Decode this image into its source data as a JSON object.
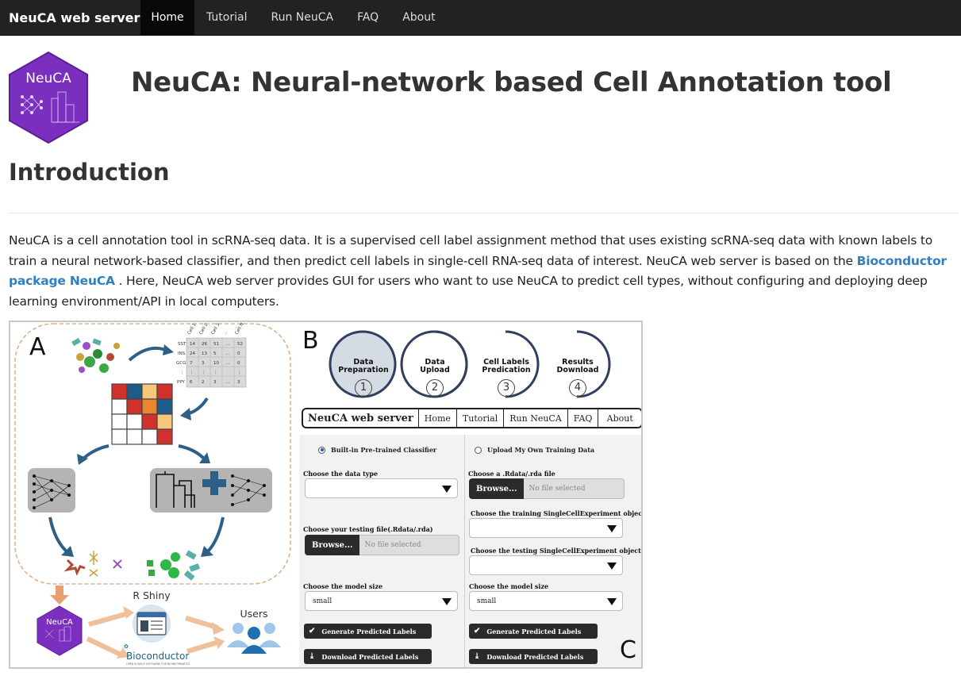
{
  "navbar": {
    "brand": "NeuCA web server",
    "items": [
      "Home",
      "Tutorial",
      "Run NeuCA",
      "FAQ",
      "About"
    ],
    "active": "Home"
  },
  "logo": {
    "text": "NeuCA",
    "color": "#7b2fbe"
  },
  "header": {
    "title": "NeuCA: Neural-network based Cell Annotation tool"
  },
  "intro": {
    "heading": "Introduction",
    "text_before_link": "NeuCA is a cell annotation tool in scRNA-seq data. It is a supervised cell label assignment method that uses existing scRNA-seq data with known labels to train a neural network-based classifier, and then predict cell labels in single-cell RNA-seq data of interest. NeuCA web server is based on the ",
    "link_text": "Bioconductor package NeuCA",
    "text_after_link": " . Here, NeuCA web server provides GUI for users who want to use NeuCA to predict cell types, without configuring and deploying deep learning environment/API in local computers."
  },
  "figure": {
    "panel_a": {
      "letter": "A",
      "matrix_rows": [
        "SST",
        "INS",
        "GCG",
        "⋮",
        "PPY"
      ],
      "matrix_cols": [
        "Cell 1",
        "Cell 2",
        "Cell 3",
        "...",
        "Cell N"
      ],
      "matrix_values": [
        [
          "14",
          "26",
          "51",
          "...",
          "52"
        ],
        [
          "24",
          "13",
          "5",
          "...",
          "0"
        ],
        [
          "7",
          "3",
          "10",
          "...",
          "0"
        ],
        [
          "⋮",
          "⋮",
          "⋮",
          "",
          "⋮"
        ],
        [
          "6",
          "2",
          "3",
          "...",
          "3"
        ]
      ],
      "rshiny_label": "R Shiny",
      "users_label": "Users",
      "bioconductor_label": "Bioconductor",
      "bioconductor_tagline": "OPEN SOURCE SOFTWARE FOR BIOINFORMATICS",
      "logo_text": "NeuCA"
    },
    "panel_b": {
      "letter": "B",
      "steps": [
        {
          "line1": "Data",
          "line2": "Preparation",
          "num": "1"
        },
        {
          "line1": "Data",
          "line2": "Upload",
          "num": "2"
        },
        {
          "line1": "Cell Labels",
          "line2": "Predication",
          "num": "3"
        },
        {
          "line1": "Results",
          "line2": "Download",
          "num": "4"
        }
      ],
      "mini_nav": {
        "brand": "NeuCA web server",
        "items": [
          "Home",
          "Tutorial",
          "Run NeuCA",
          "FAQ",
          "About"
        ]
      }
    },
    "panel_c": {
      "letter": "C",
      "left": {
        "radio_label": "Built-in Pre-trained Classifier",
        "radio_selected": true,
        "data_type_label": "Choose the data type",
        "data_type_value": "",
        "testing_file_label": "Choose your testing file(.Rdata/.rda)",
        "browse_label": "Browse...",
        "no_file": "No file selected",
        "model_size_label": "Choose the model size",
        "model_size_value": "small",
        "generate_label": "Generate Predicted Labels",
        "download_label": "Download Predicted Labels"
      },
      "right": {
        "radio_label": "Upload My Own Training Data",
        "radio_selected": false,
        "rdata_label": "Choose a .Rdata/.rda file",
        "browse_label": "Browse...",
        "no_file": "No file selected",
        "training_obj_label": "Choose the training SingleCellExperiment object",
        "testing_obj_label": "Choose the testing SingleCellExperiment object",
        "model_size_label": "Choose the model size",
        "model_size_value": "small",
        "generate_label": "Generate Predicted Labels",
        "download_label": "Download Predicted Labels"
      }
    }
  }
}
